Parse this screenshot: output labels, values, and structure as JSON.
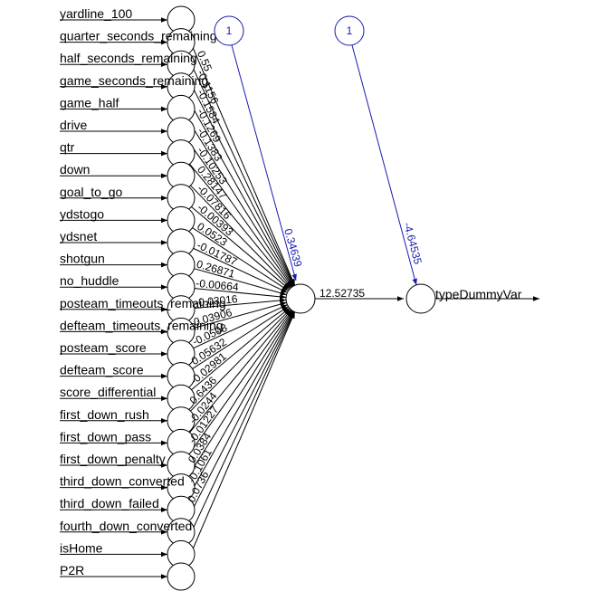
{
  "inputs": [
    "yardline_100",
    "quarter_seconds_remaining",
    "half_seconds_remaining",
    "game_seconds_remaining",
    "game_half",
    "drive",
    "qtr",
    "down",
    "goal_to_go",
    "ydstogo",
    "ydsnet",
    "shotgun",
    "no_huddle",
    "posteam_timeouts_remaining",
    "defteam_timeouts_remaining",
    "posteam_score",
    "defteam_score",
    "score_differential",
    "first_down_rush",
    "first_down_pass",
    "first_down_penalty",
    "third_down_converted",
    "third_down_failed",
    "fourth_down_converted",
    "isHome",
    "P2R"
  ],
  "input_weights": [
    "0.55",
    "-0.1156",
    "-0.1584",
    "-0.1269",
    "-0.1383",
    "-0.10253",
    "0.28147",
    "-0.07816",
    "-0.00393",
    "0.0523",
    "-0.01787",
    "0.26871",
    "-0.00664",
    "-0.03016",
    "0.03906",
    "-0.0508",
    "0.05632",
    "-0.02981",
    "0.6436",
    "-0.0244",
    "-0.01227",
    "0.0384",
    "-0.1061",
    "0.0736",
    "",
    ""
  ],
  "hidden": {
    "bias_label": "1",
    "bias_weight": "0.34639",
    "out_weight": "12.52735"
  },
  "output": {
    "bias_label": "1",
    "bias_weight": "-4.64535",
    "label": "typeDummyVar"
  },
  "colors": {
    "edge": "#000000",
    "bias": "#1a1ab0"
  }
}
